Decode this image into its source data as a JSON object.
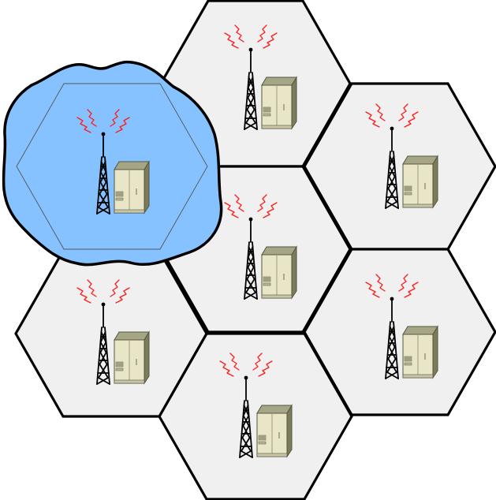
{
  "colors": {
    "cell_fill": "#f0f0f0",
    "cell_stroke": "#000000",
    "coverage_fill": "#85c2ff",
    "signal": "#ff1a1a",
    "cabinet_body": "#e9e6c8",
    "cabinet_side": "#7c7c5c",
    "cabinet_top": "#a6a686"
  },
  "icons": {
    "tower": "radio-tower-icon",
    "signal": "signal-waves-icon",
    "cabinet": "base-station-cabinet-icon"
  },
  "cells": [
    {
      "id": "top",
      "highlighted": false
    },
    {
      "id": "upper-right",
      "highlighted": false
    },
    {
      "id": "center",
      "highlighted": false
    },
    {
      "id": "lower-right",
      "highlighted": false
    },
    {
      "id": "bottom",
      "highlighted": false
    },
    {
      "id": "lower-left",
      "highlighted": false
    },
    {
      "id": "upper-left",
      "highlighted": true
    }
  ]
}
